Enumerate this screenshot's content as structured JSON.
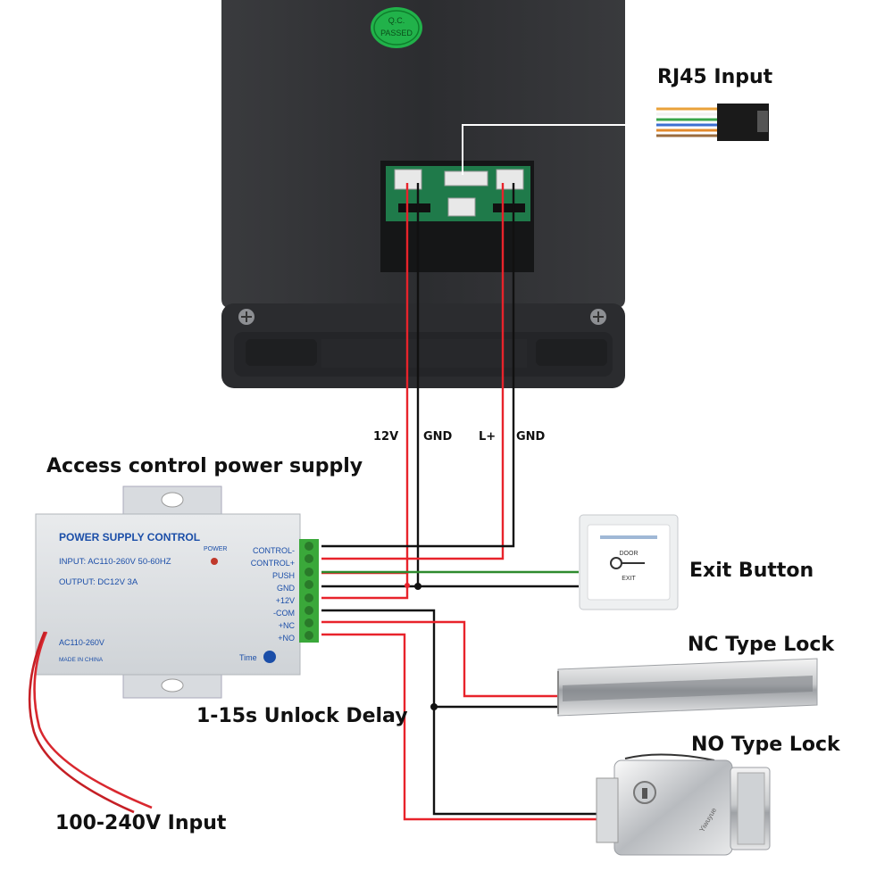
{
  "labels": {
    "rj45": "RJ45 Input",
    "access_power": "Access control power supply",
    "exit_button": "Exit Button",
    "nc_lock": "NC Type Lock",
    "no_lock": "NO Type Lock",
    "unlock_delay": "1-15s Unlock Delay",
    "ac_input": "100-240V Input",
    "wire_12v": "12V",
    "wire_gnd1": "GND",
    "wire_lplus": "L+",
    "wire_gnd2": "GND"
  },
  "qc_badge": {
    "line1": "Q.C.",
    "line2": "PASSED"
  },
  "power_supply": {
    "title": "POWER SUPPLY CONTROL",
    "input": "INPUT: AC110-260V 50-60HZ",
    "output": "OUTPUT:  DC12V   3A",
    "power": "POWER",
    "ac_rating": "AC110-260V",
    "made_in": "MADE IN CHINA",
    "time": "Time",
    "terminals": [
      "CONTROL-",
      "CONTROL+",
      "PUSH",
      "GND",
      "+12V",
      "-COM",
      "+NC",
      "+NO"
    ]
  },
  "exit_button_device": {
    "top": "DOOR",
    "bottom": "EXIT"
  },
  "lock_brand": "Yiwuyue",
  "colors": {
    "red_wire": "#e8232b",
    "black_wire": "#111111",
    "green_wire": "#2e8b2e",
    "device_dark": "#2f3033",
    "pcb_green": "#1f7a4a",
    "terminal_green": "#3aa83a",
    "qc_green": "#21b24a"
  }
}
